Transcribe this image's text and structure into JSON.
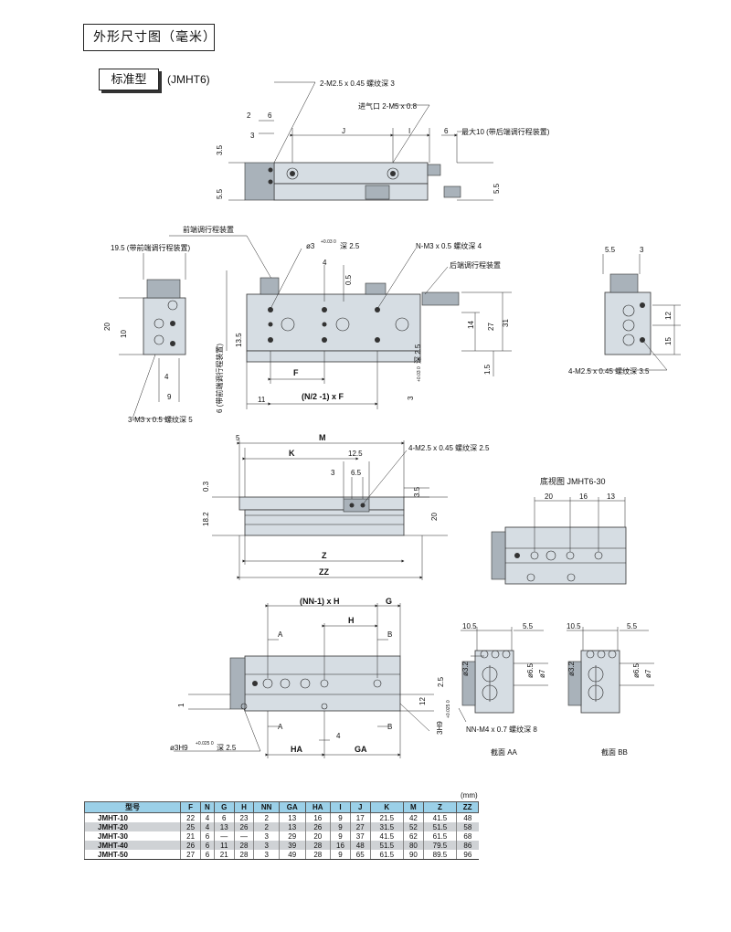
{
  "header": {
    "title": "外形尺寸图（毫米）",
    "standard_label": "标准型",
    "model": "(JMHT6)"
  },
  "top_view": {
    "callout_thread": "2-M2.5 x 0.45 螺纹深 3",
    "callout_port": "进气口 2-M5 x 0.8",
    "callout_max": "最大10 (带后端调行程装置)",
    "dims": {
      "d2": "2",
      "d6": "6",
      "d3": "3",
      "dJ": "J",
      "dI": "I",
      "d6b": "6",
      "d35": "3.5",
      "d55": "5.5",
      "d55r": "5.5"
    }
  },
  "front_view": {
    "front_adj": "前端调行程装置",
    "front_adj_max": "19.5 (带前端调行程装置)",
    "hole": "ø3",
    "hole_tol": "+0.03 0",
    "hole_depth": "深 2.5",
    "n_thread": "N-M3 x 0.5 螺纹深 4",
    "rear_adj": "后端调行程装置",
    "side_text": "6 (带前端调行程装置)",
    "bottom_thread": "3-M3 x 0.5 螺纹深 5",
    "dims": {
      "d4": "4",
      "d05": "0.5",
      "d20": "20",
      "d10": "10",
      "d135": "13.5",
      "d14": "14",
      "d27": "27",
      "d31": "31",
      "d15": "1.5",
      "dF": "F",
      "d11": "11",
      "dNF": "(N/2 -1) x F",
      "d9": "9",
      "d4b": "4",
      "d3h": "3",
      "d3h_tol": "+0.03 0",
      "d3h_depth": "深 2.5"
    }
  },
  "right_view": {
    "thread": "4-M2.5 x 0.45 螺纹深 3.5",
    "dims": {
      "d55": "5.5",
      "d3": "3",
      "d12": "12",
      "d15": "15"
    }
  },
  "side_view": {
    "thread": "4-M2.5 x 0.45 螺纹深 2.5",
    "dims": {
      "d5": "5",
      "dM": "M",
      "dK": "K",
      "d125": "12.5",
      "d3": "3",
      "d65": "6.5",
      "d03": "0.3",
      "d182": "18.2",
      "d35": "3.5",
      "d20": "20",
      "dZ": "Z",
      "dZZ": "ZZ"
    }
  },
  "bottom_view": {
    "title": "底视图 JMHT6-30",
    "dims": {
      "d20": "20",
      "d16": "16",
      "d13": "13"
    }
  },
  "lower_view": {
    "dims": {
      "dNNH": "(NN-1) x H",
      "dG": "G",
      "dH": "H",
      "dA": "A",
      "dB": "B",
      "d1": "1",
      "d12": "12",
      "d25": "2.5",
      "d4": "4",
      "dHA": "HA",
      "dGA": "GA",
      "dA2": "A",
      "dB2": "B"
    },
    "hole_left": "ø3H9",
    "hole_left_tol": "+0.025 0",
    "hole_left_depth": "深 2.5",
    "hole_right": "3H9",
    "hole_right_tol": "+0.025 0"
  },
  "sections": {
    "aa": {
      "d105": "10.5",
      "d55": "5.5",
      "d32": "ø3.2",
      "d65": "ø6.5",
      "d7": "ø7",
      "thread": "NN-M4 x 0.7 螺纹深 8",
      "label": "截面 AA"
    },
    "bb": {
      "d105": "10.5",
      "d55": "5.5",
      "d32": "ø3.2",
      "d65": "ø6.5",
      "d7": "ø7",
      "label": "截面 BB"
    }
  },
  "table": {
    "unit": "(mm)",
    "headers": [
      "型号",
      "F",
      "N",
      "G",
      "H",
      "NN",
      "GA",
      "HA",
      "I",
      "J",
      "K",
      "M",
      "Z",
      "ZZ"
    ],
    "rows": [
      [
        "JMHT-10",
        "22",
        "4",
        "6",
        "23",
        "2",
        "13",
        "16",
        "9",
        "17",
        "21.5",
        "42",
        "41.5",
        "48"
      ],
      [
        "JMHT-20",
        "25",
        "4",
        "13",
        "26",
        "2",
        "13",
        "26",
        "9",
        "27",
        "31.5",
        "52",
        "51.5",
        "58"
      ],
      [
        "JMHT-30",
        "21",
        "6",
        "—",
        "—",
        "3",
        "29",
        "20",
        "9",
        "37",
        "41.5",
        "62",
        "61.5",
        "68"
      ],
      [
        "JMHT-40",
        "26",
        "6",
        "11",
        "28",
        "3",
        "39",
        "28",
        "16",
        "48",
        "51.5",
        "80",
        "79.5",
        "86"
      ],
      [
        "JMHT-50",
        "27",
        "6",
        "21",
        "28",
        "3",
        "49",
        "28",
        "9",
        "65",
        "61.5",
        "90",
        "89.5",
        "96"
      ]
    ]
  }
}
